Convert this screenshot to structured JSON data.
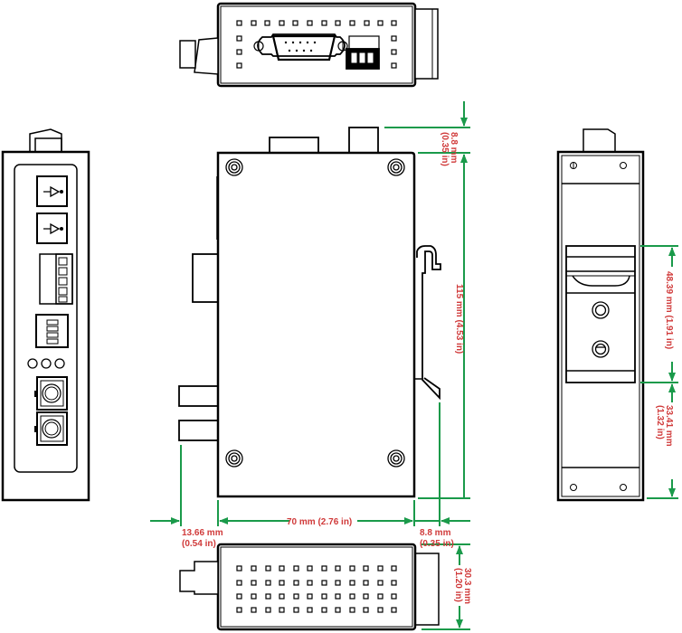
{
  "diagram": {
    "type": "mechanical-dimension-drawing",
    "views": [
      "top-view",
      "front-panel-view",
      "side-view",
      "rear-din-rail-view",
      "bottom-view"
    ],
    "colors": {
      "outline": "#000000",
      "dimension_line": "#1a9a4a",
      "dimension_text": "#d03a3a",
      "background": "#ffffff"
    }
  },
  "dimensions": {
    "top_protrusion": {
      "mm": "8.8 mm",
      "in": "(0.35 in)"
    },
    "height": {
      "label": "115 mm (4.53 in)"
    },
    "left_protrusion": {
      "mm": "13.66 mm",
      "in": "(0.54 in)"
    },
    "width": {
      "label": "70 mm (2.76 in)"
    },
    "right_protrusion": {
      "mm": "8.8 mm",
      "in": "(0.35 in)"
    },
    "din_clip_height": {
      "label": "48.39 mm (1.91 in)"
    },
    "din_bottom_offset": {
      "mm": "33.41 mm",
      "in": "(1.32 in)"
    },
    "depth": {
      "mm": "30.3 mm",
      "in": "(1.20 in)"
    }
  }
}
